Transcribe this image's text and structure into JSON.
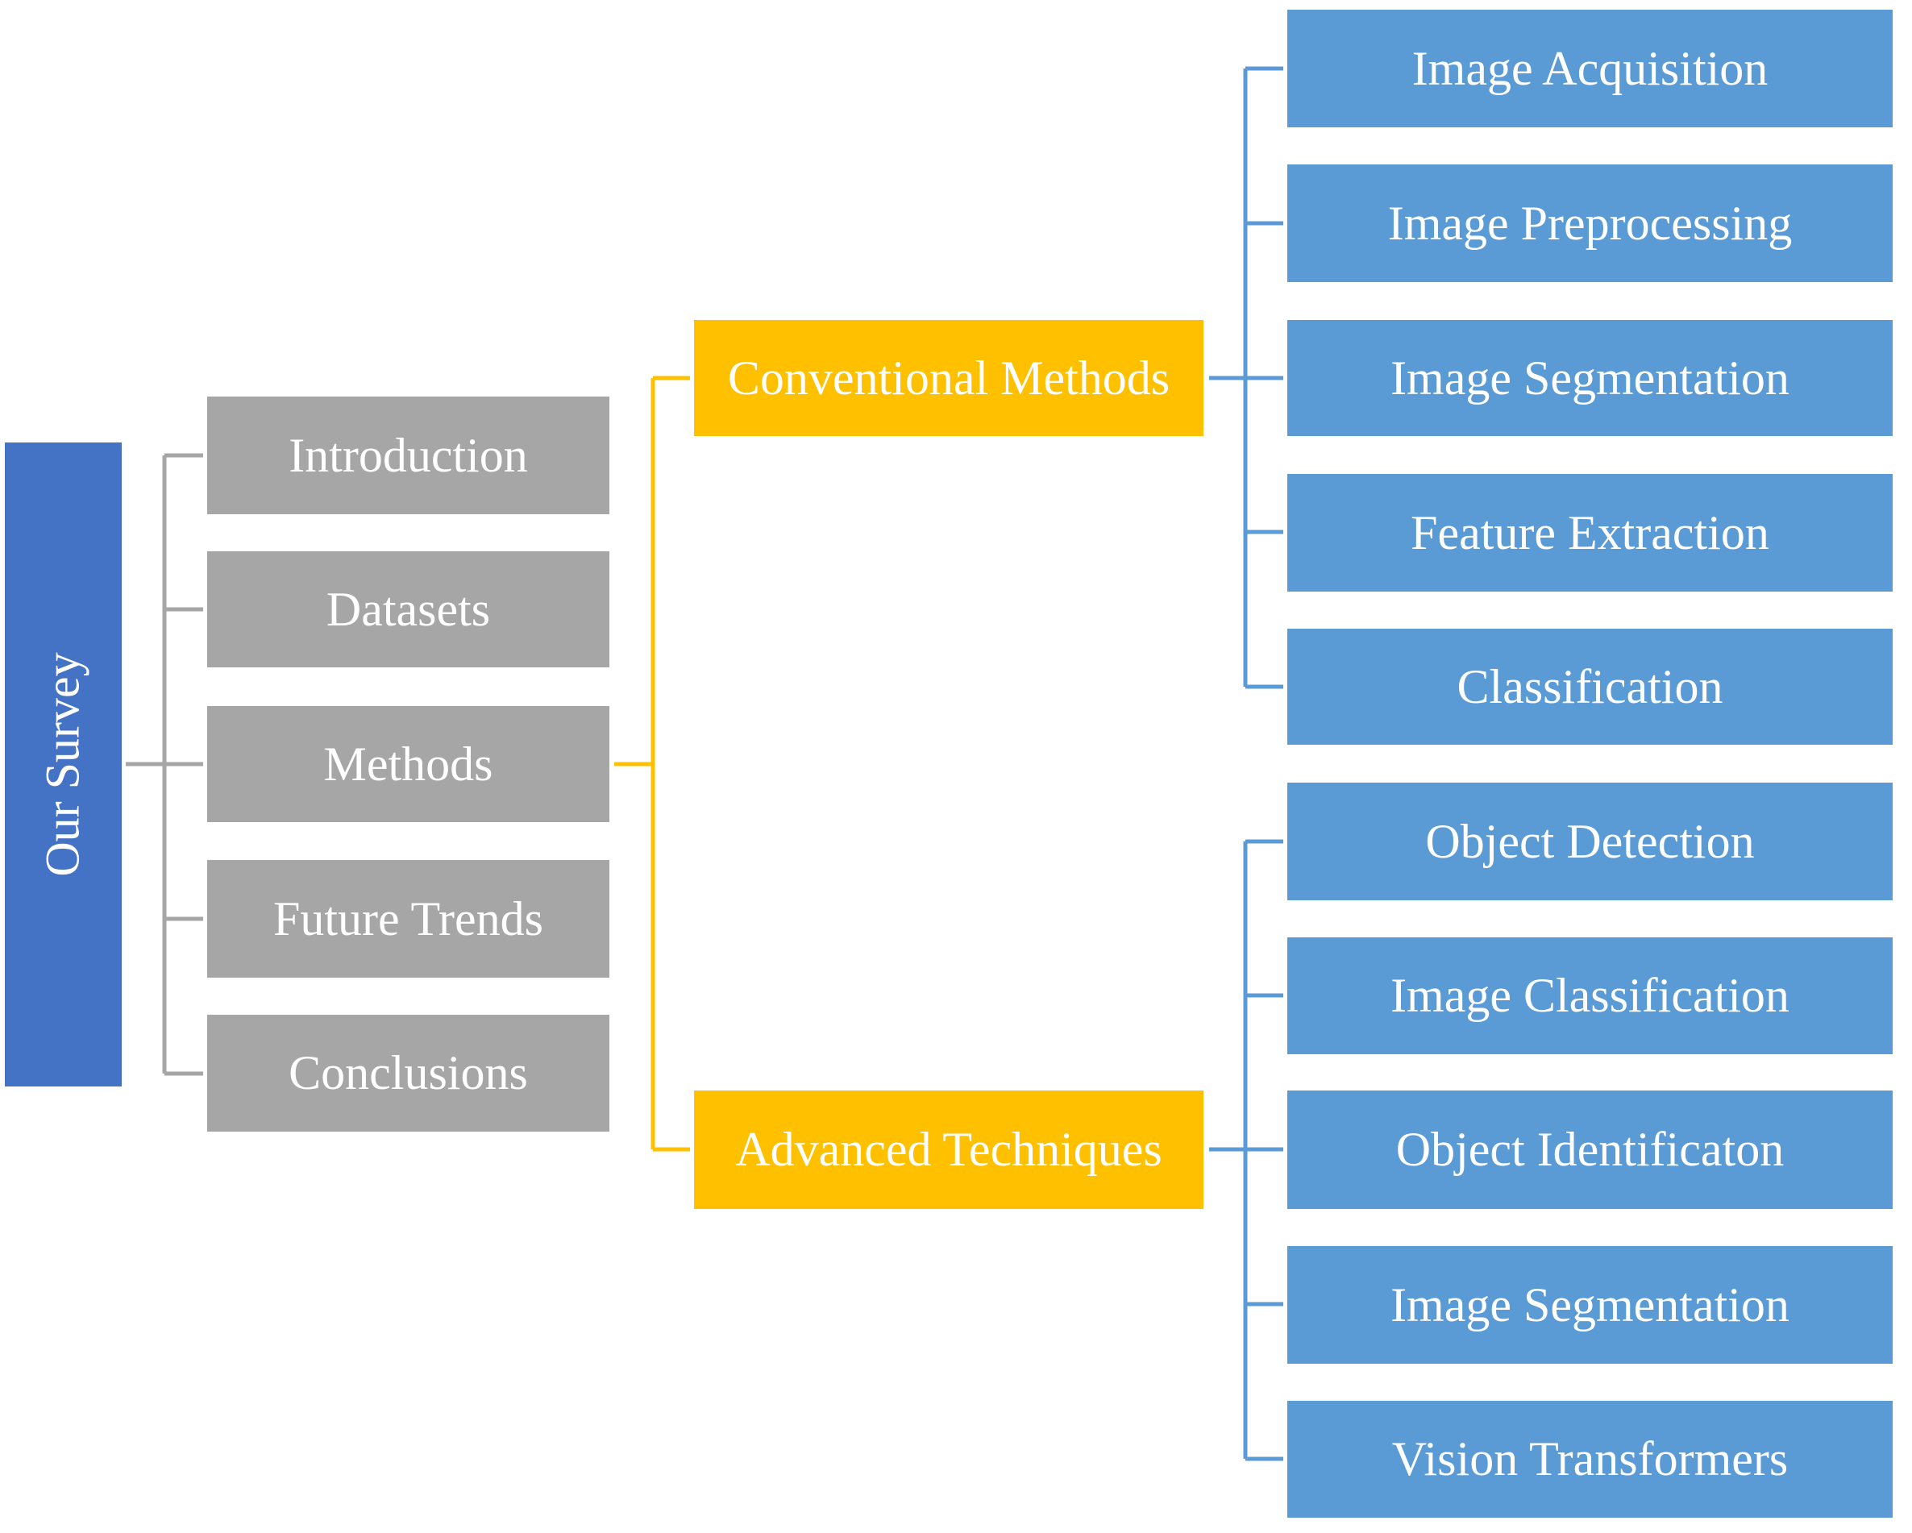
{
  "root": {
    "label": "Our Survey"
  },
  "sections": [
    {
      "label": "Introduction"
    },
    {
      "label": "Datasets"
    },
    {
      "label": "Methods"
    },
    {
      "label": "Future Trends"
    },
    {
      "label": "Conclusions"
    }
  ],
  "methods": {
    "conventional": {
      "label": "Conventional Methods",
      "items": [
        {
          "label": "Image Acquisition"
        },
        {
          "label": "Image Preprocessing"
        },
        {
          "label": "Image Segmentation"
        },
        {
          "label": "Feature Extraction"
        },
        {
          "label": "Classification"
        }
      ]
    },
    "advanced": {
      "label": "Advanced Techniques",
      "items": [
        {
          "label": "Object Detection"
        },
        {
          "label": "Image Classification"
        },
        {
          "label": "Object Identificaton"
        },
        {
          "label": "Image Segmentation"
        },
        {
          "label": "Vision Transformers"
        }
      ]
    }
  },
  "colors": {
    "root": "#4472c4",
    "section": "#a6a6a6",
    "method_group": "#ffc000",
    "method_item": "#5b9bd5",
    "connector_grey": "#a6a6a6",
    "connector_yellow": "#ffc000",
    "connector_blue": "#5b9bd5"
  }
}
